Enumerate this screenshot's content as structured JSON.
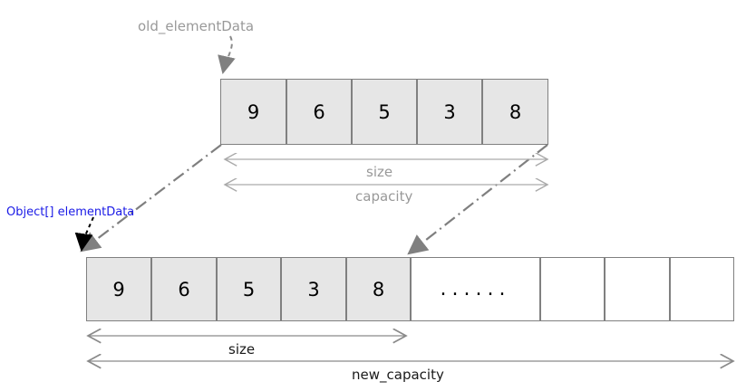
{
  "diagram": {
    "title": "ArrayList grow / array copy diagram",
    "colors": {
      "filled_cell": "#e6e6e6",
      "empty_cell": "#ffffff",
      "cell_border": "#808080",
      "gray_text": "#999999",
      "dark_text": "#1a1a1a",
      "blue_text": "#1a1ae6",
      "connector": "#808080",
      "dashed_arrow": "#808080",
      "solid_black_arrow": "#000000",
      "background": "#ffffff"
    }
  },
  "old_array": {
    "pointer_label": "old_elementData",
    "cells": [
      "9",
      "6",
      "5",
      "3",
      "8"
    ],
    "measures": [
      {
        "name": "size",
        "label": "size"
      },
      {
        "name": "capacity",
        "label": "capacity"
      }
    ]
  },
  "new_array": {
    "pointer_label": "Object[] elementData",
    "cells": [
      {
        "value": "9",
        "filled": true
      },
      {
        "value": "6",
        "filled": true
      },
      {
        "value": "5",
        "filled": true
      },
      {
        "value": "3",
        "filled": true
      },
      {
        "value": "8",
        "filled": true
      },
      {
        "value": "......",
        "filled": false
      },
      {
        "value": "",
        "filled": false
      },
      {
        "value": "",
        "filled": false
      },
      {
        "value": "",
        "filled": false
      }
    ],
    "measures": [
      {
        "name": "size",
        "label": "size"
      },
      {
        "name": "new_capacity",
        "label": "new_capacity"
      }
    ]
  }
}
